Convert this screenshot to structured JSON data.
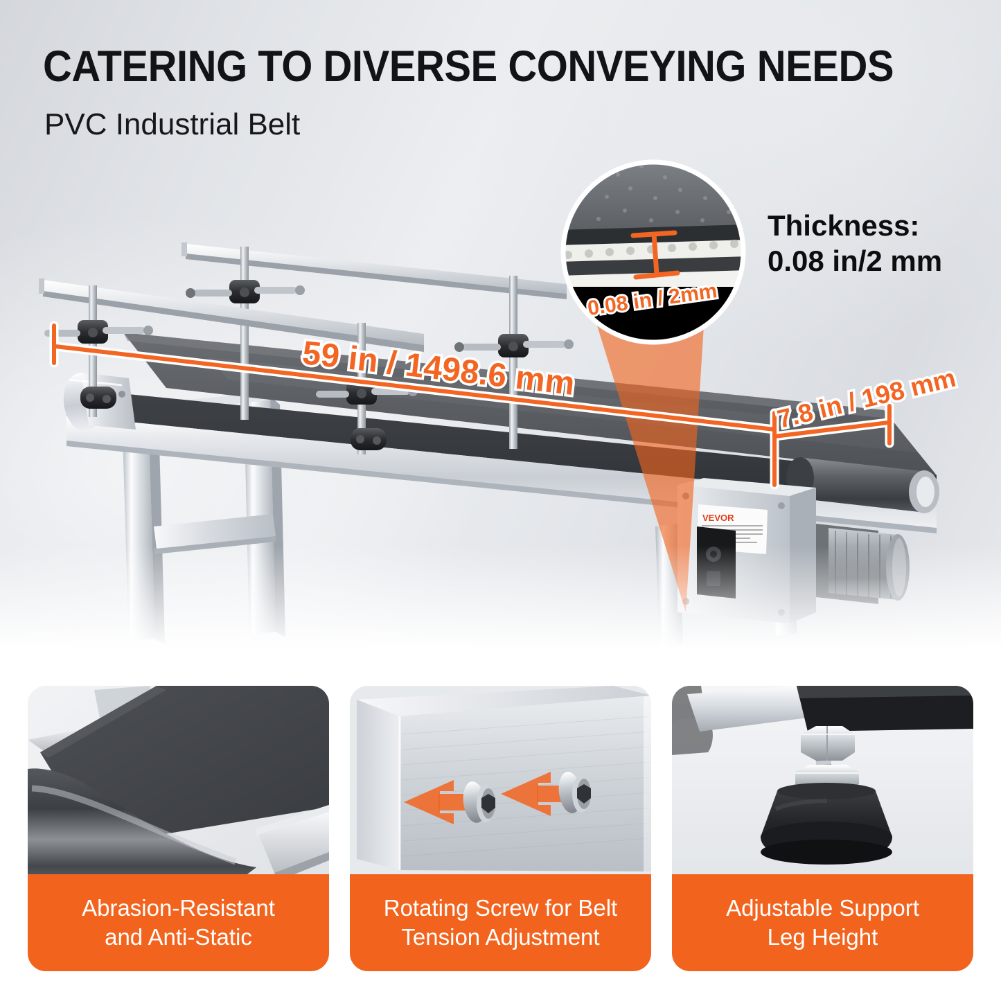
{
  "header": {
    "title": "CATERING TO DIVERSE CONVEYING NEEDS",
    "subtitle": "PVC Industrial Belt"
  },
  "callout": {
    "thickness_label": "Thickness:",
    "thickness_value": "0.08 in/2 mm",
    "bubble_label": "0.08 in / 2mm",
    "bubble_icon": "i-beam-thickness-icon",
    "magnifier_icon": "magnifier-bubble-icon"
  },
  "dimensions": {
    "length": "59 in / 1498.6 mm",
    "width": "7.8 in / 198 mm"
  },
  "product": {
    "brand_label": "VEVOR",
    "illustration": "pvc-belt-conveyor-illustration"
  },
  "colors": {
    "accent_orange": "#F2641E",
    "dim_orange": "#F26522",
    "belt_dark": "#4a4d50",
    "steel": "#d9dde1",
    "text_dark": "#111316",
    "caption_text": "#ffffff"
  },
  "features": [
    {
      "caption_line1": "Abrasion-Resistant",
      "caption_line2": "and Anti-Static",
      "image": "belt-roller-closeup"
    },
    {
      "caption_line1": "Rotating Screw for Belt",
      "caption_line2": "Tension Adjustment",
      "image": "tension-screw-closeup"
    },
    {
      "caption_line1": "Adjustable Support",
      "caption_line2": "Leg Height",
      "image": "adjustable-foot-closeup"
    }
  ]
}
